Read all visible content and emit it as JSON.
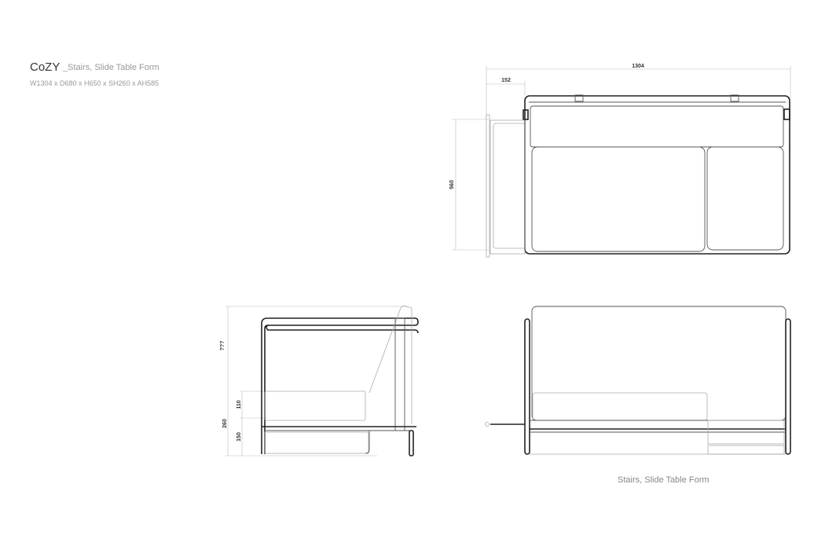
{
  "header": {
    "title": "CoZY",
    "subtitle": "_Stairs, Slide Table Form",
    "specs": "W1304 x D680 x H650 x SH260 x AH585"
  },
  "top_view": {
    "width_dim": "1304",
    "table_dim": "152",
    "depth_dim": "560"
  },
  "side_view": {
    "height_dim": "???",
    "seat_height_dim": "260",
    "cushion_dim": "110",
    "base_dim": "150"
  },
  "caption": "Stairs, Slide Table Form"
}
